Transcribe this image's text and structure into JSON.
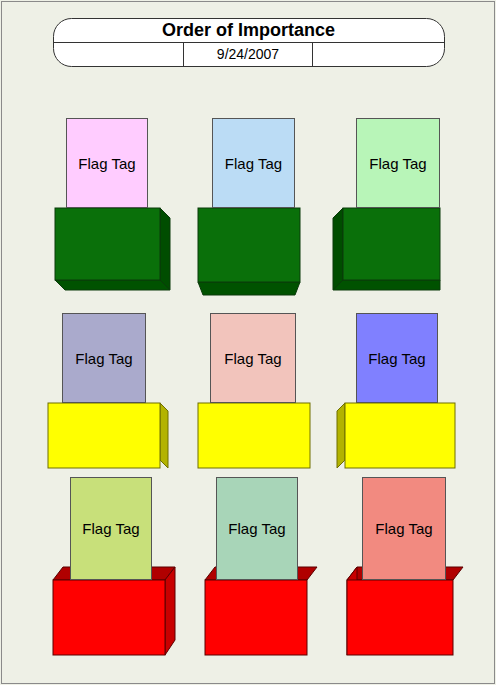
{
  "diagram": {
    "title": "Order of Importance",
    "nodes": [
      {
        "text": [
          "Flag Tag"
        ]
      },
      {
        "text": [
          "Flag Tag"
        ]
      },
      {
        "text": [
          "Flag Tag"
        ]
      },
      {
        "text": [
          "Flag Tag"
        ]
      },
      {
        "text": [
          "Flag Tag"
        ]
      },
      {
        "text": [
          "Flag Tag"
        ]
      },
      {
        "text": [
          "Flag Tag"
        ]
      },
      {
        "text": [
          "Flag Tag"
        ]
      },
      {
        "text": [
          "Flag Tag"
        ]
      }
    ],
    "labels": [
      "9/24/2007"
    ]
  }
}
